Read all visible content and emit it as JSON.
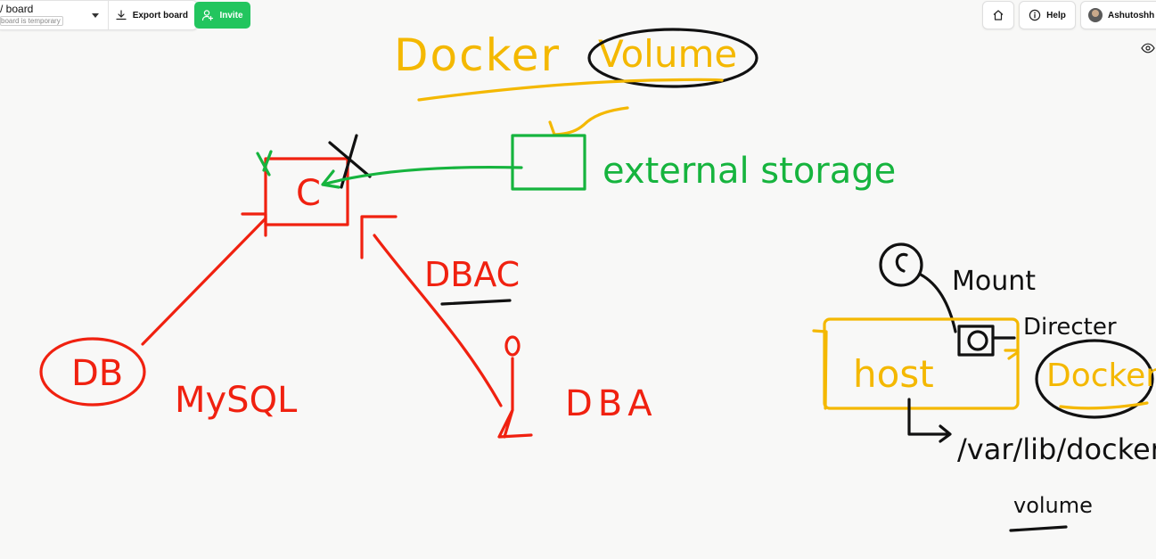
{
  "toolbar": {
    "board_title": "/ board",
    "board_subtitle": "board is temporary",
    "export_label": "Export board",
    "invite_label": "Invite",
    "help_label": "Help",
    "user_name": "Ashutoshh Si"
  },
  "icons": {
    "export": "download-icon",
    "invite": "add-user-icon",
    "home": "home-icon",
    "help": "info-icon",
    "visibility": "eye-icon"
  },
  "colors": {
    "invite_bg": "#22c55e",
    "ink_yellow": "#f4b800",
    "ink_green": "#16b43e",
    "ink_red": "#f02110",
    "ink_black": "#111111"
  },
  "whiteboard": {
    "docker": "Docker",
    "volume": "Volume",
    "c": "C",
    "external_storage": "external storage",
    "dbac": "DBAC",
    "db": "DB",
    "mysql": "MySQL",
    "dba": "DBA",
    "mount": "Mount",
    "directory": "Directer",
    "host": "host",
    "docker2": "Docker",
    "path": "/var/lib/docker/",
    "volume_word": "volume"
  }
}
